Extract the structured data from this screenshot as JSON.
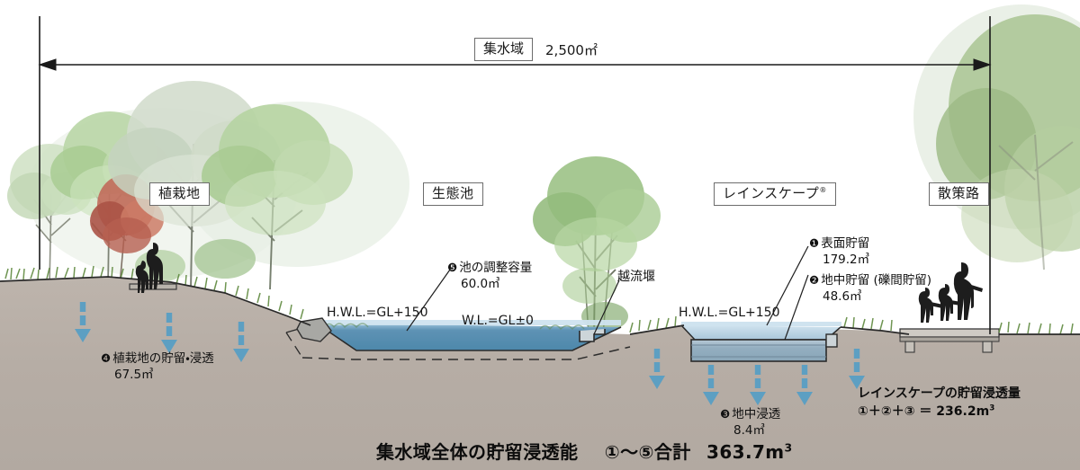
{
  "dimension": {
    "label": "集水域",
    "value": "2,500㎡"
  },
  "section_labels": [
    {
      "name": "planting-area",
      "text": "植栽地",
      "trademark": false
    },
    {
      "name": "eco-pond",
      "text": "生態池",
      "trademark": false
    },
    {
      "name": "rainscape",
      "text": "レインスケープ",
      "trademark": true
    },
    {
      "name": "walking-path",
      "text": "散策路",
      "trademark": false
    }
  ],
  "callouts": [
    {
      "name": "surface-storage",
      "marker": "❶",
      "title": "表面貯留",
      "value": "179.2㎥"
    },
    {
      "name": "underground-storage",
      "marker": "❷",
      "title": "地中貯留 (礫間貯留)",
      "value": "48.6㎥"
    },
    {
      "name": "ground-infiltration",
      "marker": "❸",
      "title": "地中浸透",
      "value": "8.4㎥"
    },
    {
      "name": "planting-storage",
      "marker": "❹",
      "title": "植栽地の貯留・浸透",
      "value": "67.5㎥"
    },
    {
      "name": "pond-capacity",
      "marker": "❺",
      "title": "池の調整容量",
      "value": "60.0㎥"
    }
  ],
  "weir_label": "越流堰",
  "water_levels": [
    {
      "name": "pond-hwl",
      "text": "H.W.L.=GL+150"
    },
    {
      "name": "pond-wl",
      "text": "W.L.=GL±0"
    },
    {
      "name": "rainscape-hwl",
      "text": "H.W.L.=GL+150"
    }
  ],
  "summary_right": {
    "title": "レインスケープの貯留浸透量",
    "formula": "①＋②＋③ ＝ 236.2m",
    "exponent": "3"
  },
  "summary_bottom": {
    "title": "集水域全体の貯留浸透能",
    "formula": "①〜⑤合計",
    "total": "363.7m",
    "exponent": "3"
  },
  "colors": {
    "soil": "#b7aea6",
    "soil_light": "#c4bcb4",
    "water_pond": "#5d93b5",
    "water_surface": "#b9d3e4",
    "arrow_blue": "#5d9fc2",
    "gravel_box": "#8fa9ba",
    "grass": "#6f8f52",
    "line": "#1a1a1a",
    "sky": "#ffffff"
  }
}
